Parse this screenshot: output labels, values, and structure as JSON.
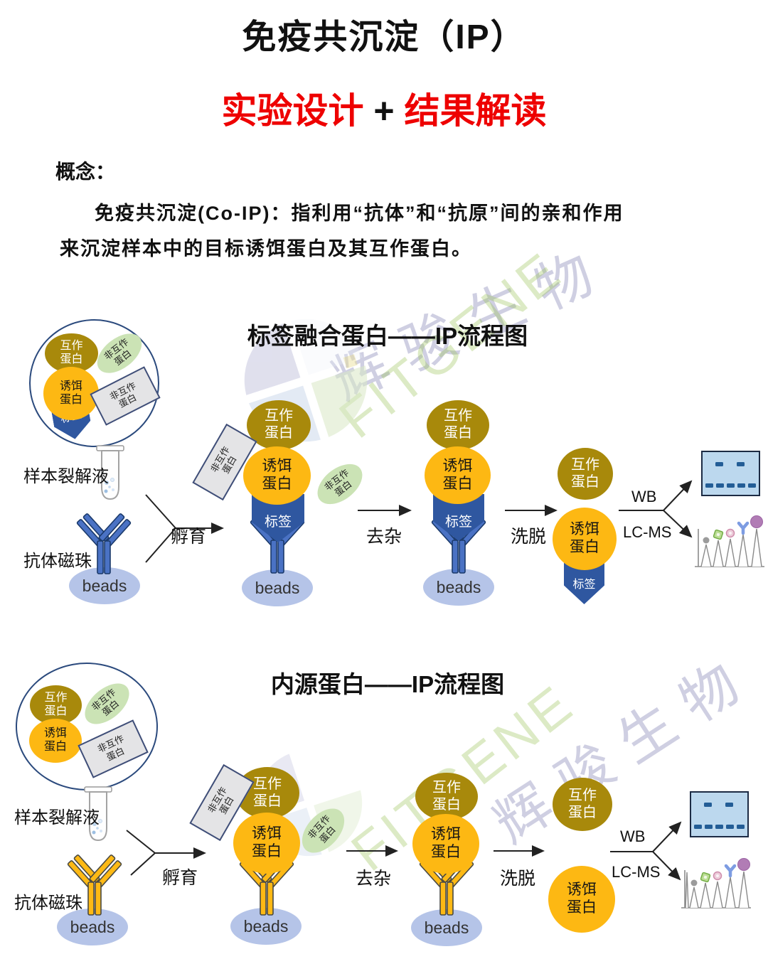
{
  "header": {
    "title": "免疫共沉淀（IP）",
    "subtitle_left": "实验设计",
    "subtitle_plus": " + ",
    "subtitle_right": "结果解读",
    "concept_label": "概念：",
    "concept_line1": "免疫共沉淀(Co-IP)：指利用“抗体”和“抗原”间的亲和作用",
    "concept_line2": "来沉淀样本中的目标诱饵蛋白及其互作蛋白。"
  },
  "watermark": {
    "cn": "辉骏生物",
    "en": "FITGENE"
  },
  "diagram1": {
    "title": "标签融合蛋白——IP流程图"
  },
  "diagram2": {
    "title": "内源蛋白——IP流程图"
  },
  "labels": {
    "interacting_protein": "互作蛋白",
    "bait_protein": "诱饵蛋白",
    "non_interacting_protein": "非互作蛋白",
    "tag": "标签",
    "beads": "beads",
    "sample_lysate": "样本裂解液",
    "antibody_beads": "抗体磁珠",
    "incubate": "孵育",
    "remove_impurities": "去杂",
    "elute": "洗脱",
    "wb": "WB",
    "lcms": "LC-MS"
  },
  "colors": {
    "subtitle_red": "#ee0000",
    "interacting_protein": "#a8890b",
    "bait_protein": "#fdb813",
    "tag_blue": "#2f57a0",
    "antibody_blue": "#4a72c4",
    "antibody_yellow": "#fdb915",
    "beads": "#b5c4e8",
    "non_interacting_green": "#cbe3b5",
    "non_interacting_gray": "#e4e4e6",
    "gel_background": "#bcd8ee",
    "gel_band": "#235d96"
  }
}
